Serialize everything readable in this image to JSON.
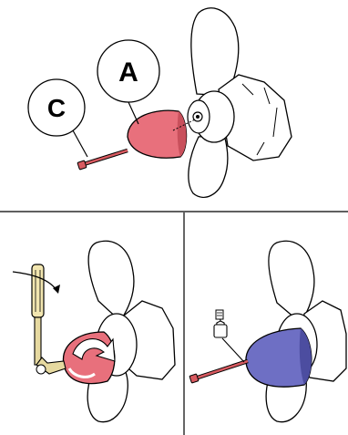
{
  "figure": {
    "panels": [
      {
        "id": "top",
        "callouts": [
          {
            "label": "C"
          },
          {
            "label": "A"
          }
        ]
      },
      {
        "id": "bottom-left"
      },
      {
        "id": "bottom-right"
      }
    ]
  },
  "colors": {
    "cone_red": "#e8707c",
    "cone_red_dark": "#c9505c",
    "cone_blue": "#6e6fc4",
    "cone_blue_dark": "#4c4da0",
    "screw_red": "#d85a60",
    "tool_handle": "#f2e6b0",
    "tool_shaft": "#e6d9a0",
    "line": "#000000",
    "arrow_white": "#ffffff"
  },
  "icons": [
    "rotation-arrow-icon",
    "thread-lock-bottle-icon",
    "screwdriver-icon"
  ]
}
